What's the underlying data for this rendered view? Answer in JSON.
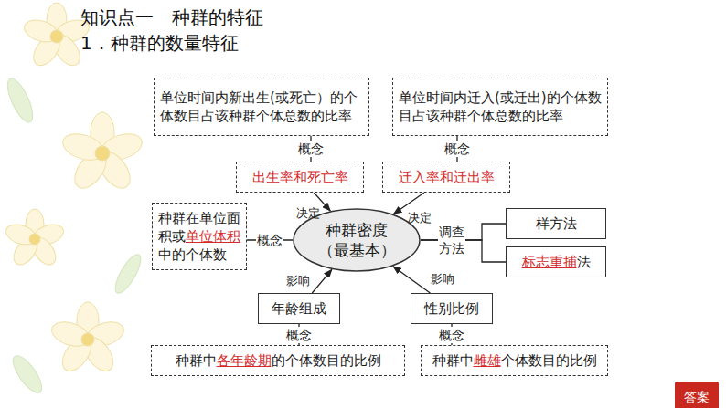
{
  "diagram": {
    "title": "知识点一　种群的特征",
    "nodes": [
      {
        "text": [
          "单位时间内新出生(或死亡）的个体数目占该种群个体总数的比率"
        ]
      },
      {
        "text": [
          "单位时间内迁入(或迁出)的个体数目占该种群个体总数的比率"
        ]
      },
      {
        "text": [
          "出生率和死亡率"
        ]
      },
      {
        "text": [
          "迁入率和迁出率"
        ]
      },
      {
        "text": [
          "种群在单位面积或",
          "单位体积",
          "中的个体数"
        ]
      },
      {
        "text": [
          "种群密度",
          "（最基本）"
        ]
      },
      {
        "text": [
          "样方法"
        ]
      },
      {
        "text": [
          "标志重捕",
          "法"
        ]
      },
      {
        "text": [
          "年龄组成"
        ]
      },
      {
        "text": [
          "性别比例"
        ]
      },
      {
        "text": [
          "种群中",
          "各年龄期",
          "的个体数目的比例"
        ]
      },
      {
        "text": [
          "种群中",
          "雌雄",
          "个体数目的比例"
        ]
      },
      {
        "text": [
          "答案"
        ]
      }
    ],
    "edges": [
      {
        "from": 2,
        "to": 0,
        "label": "概念",
        "arrow": "none"
      },
      {
        "from": 3,
        "to": 1,
        "label": "概念",
        "arrow": "none"
      },
      {
        "from": 2,
        "to": 5,
        "label": "决定",
        "arrow": "to"
      },
      {
        "from": 3,
        "to": 5,
        "label": "决定",
        "arrow": "to"
      },
      {
        "from": 5,
        "to": 4,
        "label": "概念",
        "arrow": "none"
      },
      {
        "from": 5,
        "to": 6,
        "label": "调查方法",
        "arrow": "none"
      },
      {
        "from": 5,
        "to": 7,
        "arrow": "none"
      },
      {
        "from": 8,
        "to": 5,
        "label": "影响",
        "arrow": "to"
      },
      {
        "from": 9,
        "to": 5,
        "label": "影响",
        "arrow": "to"
      },
      {
        "from": 8,
        "to": 10,
        "label": "概念",
        "arrow": "none"
      },
      {
        "from": 9,
        "to": 11,
        "label": "概念",
        "arrow": "none"
      }
    ],
    "labels": [
      "1．种群的数量特征"
    ]
  }
}
